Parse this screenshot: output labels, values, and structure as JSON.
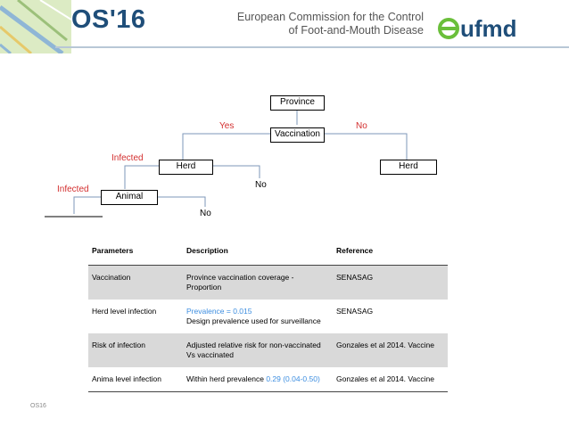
{
  "header": {
    "brand_title": "OS'16",
    "org_line1": "European Commission for the Control",
    "org_line2": "of Foot-and-Mouth Disease",
    "logo_text": "eufmd",
    "colors": {
      "brand": "#1f4e79",
      "logo_green": "#6abf3a"
    }
  },
  "diagram": {
    "nodes": {
      "province": "Province",
      "vaccination": "Vaccination",
      "herd_left": "Herd",
      "herd_right": "Herd",
      "animal": "Animal"
    },
    "labels": {
      "yes": "Yes",
      "no_top": "No",
      "infected_herd": "Infected",
      "no_herd": "No",
      "infected_animal": "Infected",
      "no_animal": "No"
    }
  },
  "table": {
    "headers": [
      "Parameters",
      "Description",
      "Reference"
    ],
    "rows": [
      {
        "parameter": "Vaccination",
        "description": "Province vaccination coverage - Proportion",
        "description_value": "",
        "description_extra": "",
        "reference": "SENASAG"
      },
      {
        "parameter": "Herd level infection",
        "description": "",
        "description_value": "Prevalence = 0.015",
        "description_extra": "Design prevalence used for surveillance",
        "reference": "SENASAG"
      },
      {
        "parameter": "Risk of infection",
        "description": "Adjusted relative risk for non-vaccinated Vs vaccinated",
        "description_value": "",
        "description_extra": "",
        "reference": "Gonzales et al 2014. Vaccine"
      },
      {
        "parameter": "Anima level infection",
        "description": "Within herd prevalence",
        "description_value": "0.29 (0.04-0.50)",
        "description_extra": "",
        "reference": "Gonzales et al 2014. Vaccine"
      }
    ]
  },
  "footer": "OS16"
}
